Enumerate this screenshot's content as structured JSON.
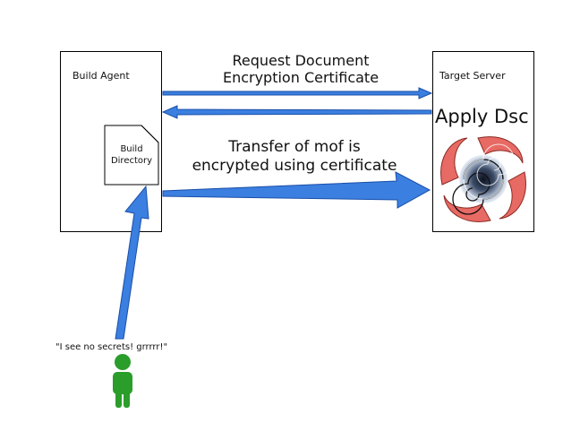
{
  "build_agent": {
    "label": "Build Agent"
  },
  "build_directory": {
    "label_line1": "Build",
    "label_line2": "Directory"
  },
  "target_server": {
    "label": "Target Server",
    "action": "Apply Dsc"
  },
  "request_arrow": {
    "line1": "Request Document",
    "line2": "Encryption Certificate"
  },
  "transfer_arrow": {
    "line1": "Transfer of mof is",
    "line2": "encrypted using certificate"
  },
  "observer": {
    "quote": "\"I see no secrets! grrrrr!\""
  },
  "colors": {
    "arrow_fill": "#3b7fe0",
    "arrow_stroke": "#1a4fa8",
    "person": "#2a9d2a",
    "logo_outer": "#e86a64",
    "logo_inner": "#2b3a4a"
  }
}
